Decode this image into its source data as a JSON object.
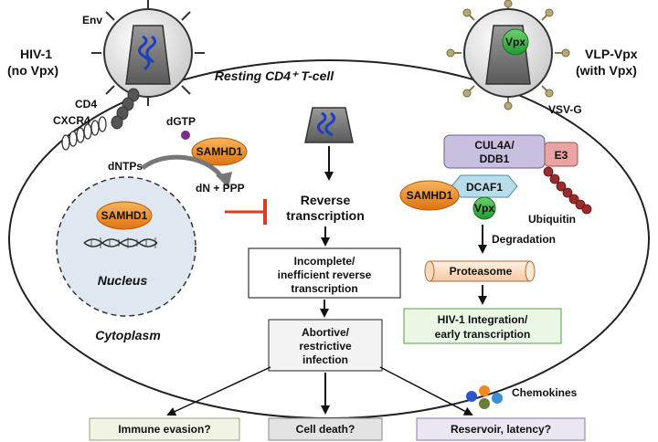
{
  "viruses": {
    "hiv1": {
      "env_label": "Env",
      "name_line1": "HIV-1",
      "name_line2": "(no Vpx)"
    },
    "vlp": {
      "vpx_label": "Vpx",
      "name_line1": "VLP-Vpx",
      "name_line2": "(with Vpx)",
      "vsvg_label": "VSV-G"
    }
  },
  "cell": {
    "title": "Resting CD4⁺ T-cell",
    "cytoplasm_label": "Cytoplasm",
    "nucleus_label": "Nucleus",
    "receptor_cd4": "CD4",
    "receptor_cxcr4": "CXCR4"
  },
  "samhd1": {
    "label": "SAMHD1",
    "dgtp_label": "dGTP",
    "dntps_label": "dNTPs",
    "products_label": "dN + PPP"
  },
  "pathway": {
    "reverse_transcription": [
      "Reverse",
      "transcription"
    ],
    "incomplete": [
      "Incomplete/",
      "inefficient reverse",
      "transcription"
    ],
    "abortive": [
      "Abortive/",
      "restrictive",
      "infection"
    ]
  },
  "degradation_complex": {
    "cul4a": [
      "CUL4A/",
      "DDB1"
    ],
    "e3": "E3",
    "dcaf1": "DCAF1",
    "samhd1": "SAMHD1",
    "vpx": "Vpx",
    "ubiquitin": "Ubiquitin",
    "degradation_label": "Degradation",
    "proteasome": "Proteasome",
    "integration": [
      "HIV-1 Integration/",
      "early transcription"
    ]
  },
  "outcomes": {
    "chemokines": "Chemokines",
    "immune": "Immune evasion?",
    "death": "Cell death?",
    "reservoir": "Reservoir, latency?"
  },
  "colors": {
    "samhd1": "#f28c1e",
    "vpx": "#39b54a",
    "dcaf1": "#b7dcea",
    "cul4a": "#c9bfe0",
    "e3": "#e8a3a3",
    "ubiquitin": "#9b2c2c",
    "proteasome": "#fbe0c8",
    "integration_bg": "#e9f7e4",
    "immune_bg": "#f1f4e4",
    "death_bg": "#e3e3e3",
    "reservoir_bg": "#ece6f3",
    "nucleus_bg": "#dfe8f1",
    "inhibit": "#e03a1e",
    "dgtp": "#7b2d8a"
  }
}
